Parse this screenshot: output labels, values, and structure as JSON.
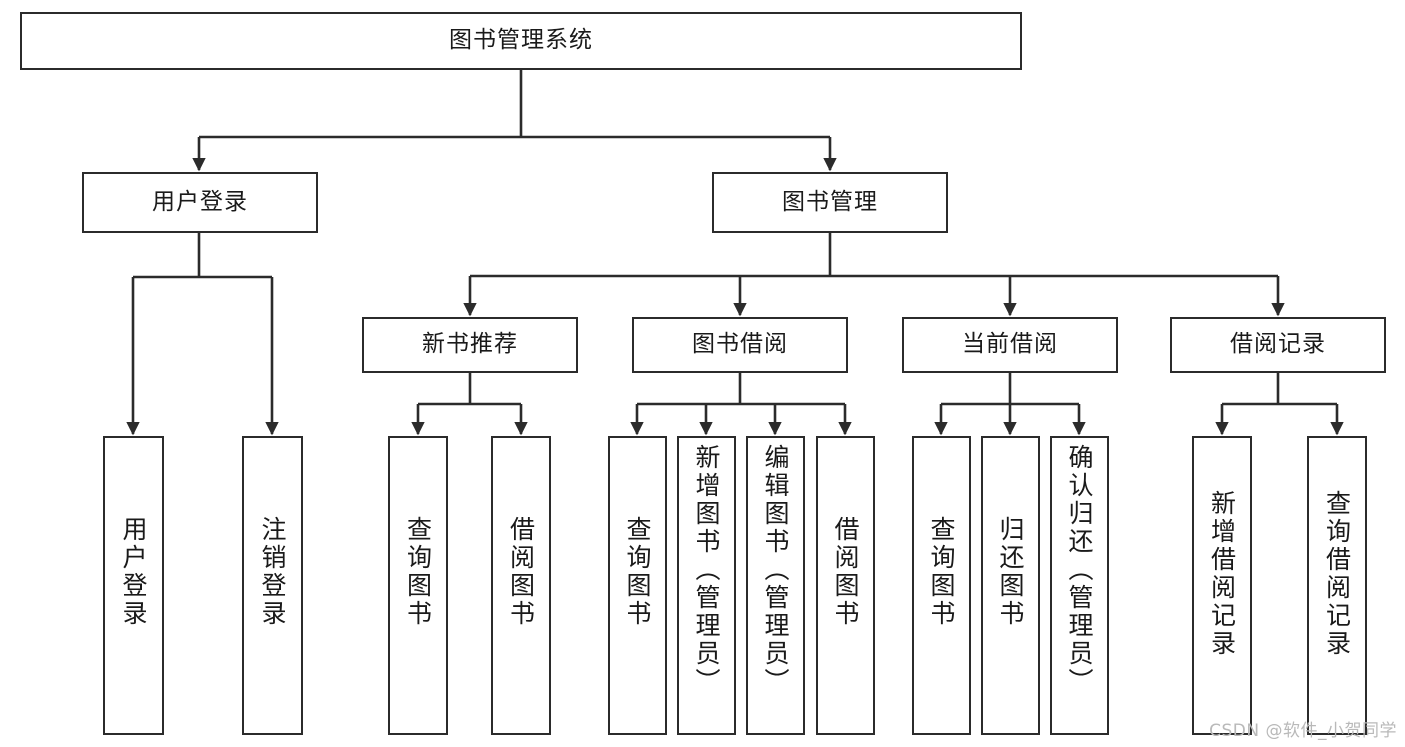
{
  "diagram": {
    "title": "图书管理系统",
    "type": "tree-structure-chart",
    "colors": {
      "stroke": "#2b2b2b",
      "fill": "#ffffff",
      "text": "#1a1a1a",
      "watermark": "#b9b9b9"
    },
    "watermark": "CSDN @软件_小贺同学",
    "nodes": {
      "root": {
        "label": "图书管理系统"
      },
      "level1": [
        {
          "id": "user-login",
          "label": "用户登录"
        },
        {
          "id": "book-manage",
          "label": "图书管理"
        }
      ],
      "level2": [
        {
          "id": "new-book-recommend",
          "label": "新书推荐"
        },
        {
          "id": "book-borrow",
          "label": "图书借阅"
        },
        {
          "id": "current-borrow",
          "label": "当前借阅"
        },
        {
          "id": "borrow-record",
          "label": "借阅记录"
        }
      ],
      "leaves": {
        "user_login": [
          {
            "id": "leaf-user-login",
            "label": "用户登录"
          },
          {
            "id": "leaf-logout",
            "label": "注销登录"
          }
        ],
        "new_book_recommend": [
          {
            "id": "leaf-query-book-1",
            "label": "查询图书"
          },
          {
            "id": "leaf-borrow-book-1",
            "label": "借阅图书"
          }
        ],
        "book_borrow": [
          {
            "id": "leaf-query-book-2",
            "label": "查询图书"
          },
          {
            "id": "leaf-add-book",
            "label": "新增图书（管理员）"
          },
          {
            "id": "leaf-edit-book",
            "label": "编辑图书（管理员）"
          },
          {
            "id": "leaf-borrow-book-2",
            "label": "借阅图书"
          }
        ],
        "current_borrow": [
          {
            "id": "leaf-query-book-3",
            "label": "查询图书"
          },
          {
            "id": "leaf-return-book",
            "label": "归还图书"
          },
          {
            "id": "leaf-confirm-return",
            "label": "确认归还（管理员）"
          }
        ],
        "borrow_record": [
          {
            "id": "leaf-add-record",
            "label": "新增借阅记录"
          },
          {
            "id": "leaf-query-record",
            "label": "查询借阅记录"
          }
        ]
      }
    }
  }
}
